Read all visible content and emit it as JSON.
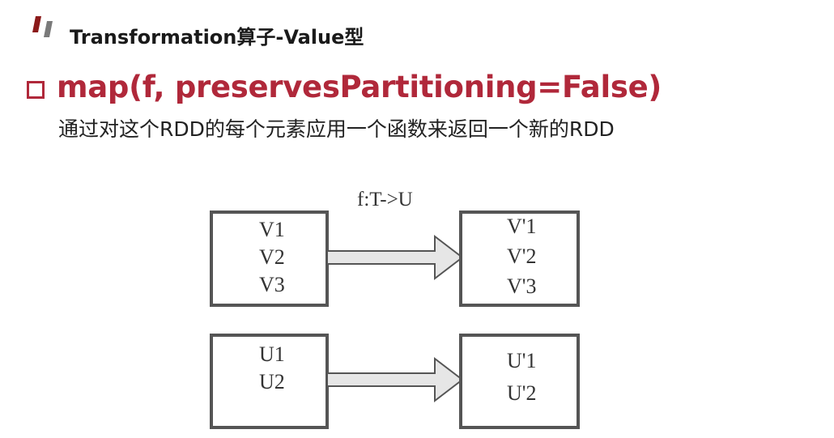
{
  "header": {
    "title": "Transformation算子-Value型"
  },
  "function": {
    "signature": "map(f, preservesPartitioning=False)",
    "description": "通过对这个RDD的每个元素应用一个函数来返回一个新的RDD"
  },
  "diagram": {
    "mapping_label": "f:T->U",
    "groups": [
      {
        "inputs": [
          "V1",
          "V2",
          "V3"
        ],
        "outputs": [
          "V'1",
          "V'2",
          "V'3"
        ]
      },
      {
        "inputs": [
          "U1",
          "U2"
        ],
        "outputs": [
          "U'1",
          "U'2"
        ]
      }
    ]
  },
  "colors": {
    "accent": "#b0283a",
    "logo_gray": "#7a7a7a",
    "box_border": "#555555",
    "arrow_fill": "#e6e6e6"
  }
}
